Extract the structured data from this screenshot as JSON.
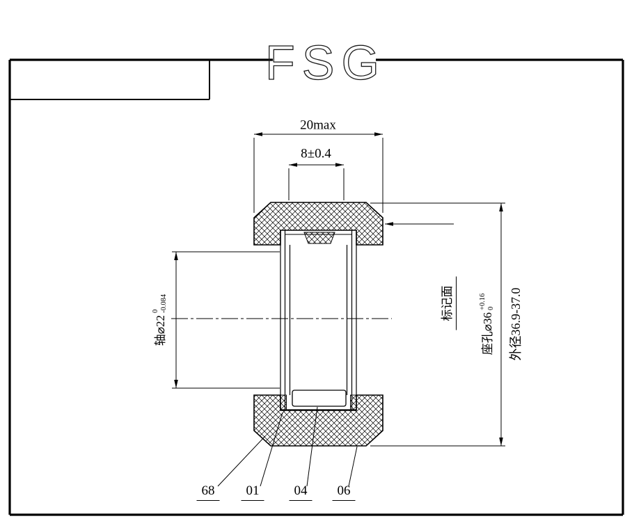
{
  "logo": "FSG",
  "dimensions": {
    "overall_width": "20max",
    "inner_width": "8±0.4",
    "shaft": {
      "label": "轴⌀22",
      "tol_upper": "0",
      "tol_lower": "-0.084"
    },
    "seat_hole": {
      "label": "座孔⌀36",
      "tol_upper": "+0.16",
      "tol_lower": "0"
    },
    "outer_diameter": "外径36.9-37.0",
    "marking_face": "标记面"
  },
  "callouts": [
    {
      "label": "68"
    },
    {
      "label": "01"
    },
    {
      "label": "04"
    },
    {
      "label": "06"
    }
  ],
  "colors": {
    "line": "#000000",
    "background": "#ffffff"
  }
}
